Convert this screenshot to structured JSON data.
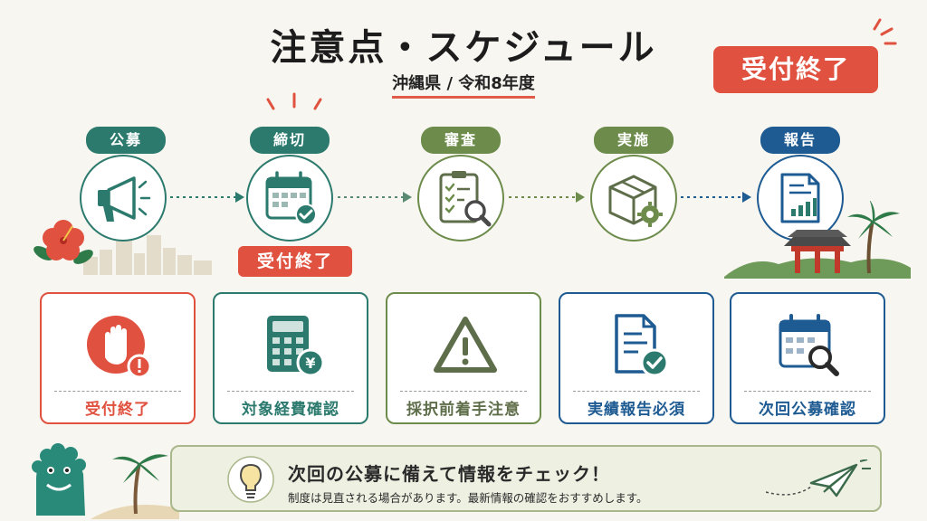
{
  "header": {
    "title": "注意点・スケジュール",
    "subtitle_prefix": "沖縄県 / ",
    "subtitle_highlight": "令和8年度",
    "closed_badge": "受付終了"
  },
  "steps": [
    {
      "label": "公募",
      "icon": "megaphone-icon"
    },
    {
      "label": "締切",
      "icon": "calendar-check-icon",
      "badge": "受付終了"
    },
    {
      "label": "審査",
      "icon": "clipboard-search-icon"
    },
    {
      "label": "実施",
      "icon": "box-gear-icon"
    },
    {
      "label": "報告",
      "icon": "report-chart-icon"
    }
  ],
  "cards": [
    {
      "label": "受付終了",
      "icon": "stop-hand-icon"
    },
    {
      "label": "対象経費確認",
      "icon": "calculator-yen-icon"
    },
    {
      "label": "採択前着手注意",
      "icon": "warning-triangle-icon"
    },
    {
      "label": "実績報告必須",
      "icon": "document-check-icon"
    },
    {
      "label": "次回公募確認",
      "icon": "calendar-search-icon"
    }
  ],
  "banner": {
    "main": "次回の公募に備えて情報をチェック！",
    "sub": "制度は見直される場合があります。最新情報の確認をおすすめします。",
    "icons": [
      "lightbulb-icon",
      "paper-plane-icon"
    ]
  },
  "colors": {
    "red": "#e0513f",
    "teal": "#2c7a6e",
    "green": "#6d8c4c",
    "blue": "#1e5b92"
  }
}
